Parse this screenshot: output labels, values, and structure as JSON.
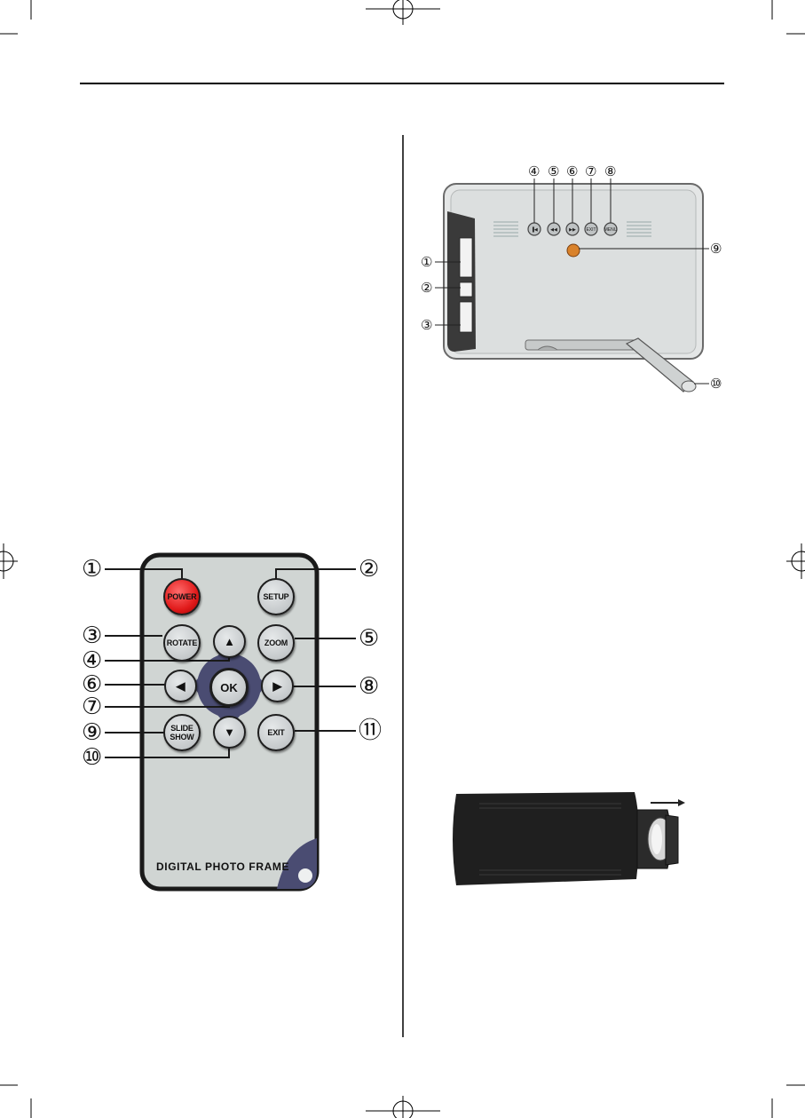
{
  "remote": {
    "brand_text": "DIGITAL PHOTO FRAME",
    "buttons": {
      "power": "POWER",
      "setup": "SETUP",
      "rotate": "ROTATE",
      "up": "▲",
      "zoom": "ZOOM",
      "left": "◀",
      "ok": "OK",
      "right": "▶",
      "slideshow_line1": "SLIDE",
      "slideshow_line2": "SHOW",
      "down": "▼",
      "exit": "EXIT"
    },
    "callouts": [
      "①",
      "②",
      "③",
      "④",
      "⑤",
      "⑥",
      "⑦",
      "⑧",
      "⑨",
      "⑩",
      "⑪"
    ]
  },
  "frame_back": {
    "callouts": [
      "①",
      "②",
      "③",
      "④",
      "⑤",
      "⑥",
      "⑦",
      "⑧",
      "⑨",
      "⑩"
    ]
  },
  "colors": {
    "remote_body": "#d0d5d3",
    "power_red": "#e11b1b",
    "dpad_navy": "#4a4c72",
    "frame_body": "#dfe1e1"
  }
}
